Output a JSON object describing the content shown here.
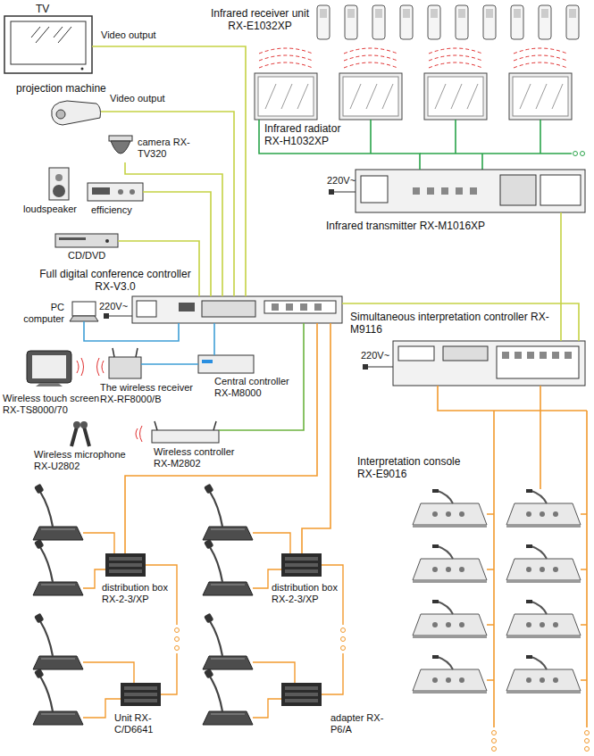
{
  "diagram": {
    "nodes": [
      {
        "text": [
          "TV"
        ]
      },
      {
        "text": [
          "Infrared receiver unit RX-E1032XP"
        ]
      },
      {
        "text": [
          "Infrared radiator RX-H1032XP"
        ]
      },
      {
        "text": [
          "projection machine"
        ]
      },
      {
        "text": [
          "camera RX-TV320"
        ]
      },
      {
        "text": [
          "loudspeaker"
        ]
      },
      {
        "text": [
          "efficiency"
        ]
      },
      {
        "text": [
          "Infrared transmitter RX-M1016XP"
        ]
      },
      {
        "text": [
          "CD/DVD"
        ]
      },
      {
        "text": [
          "Full digital conference controller RX-V3.0"
        ]
      },
      {
        "text": [
          "PC computer"
        ]
      },
      {
        "text": [
          "Simultaneous interpretation controller RX-M9116"
        ]
      },
      {
        "text": [
          "Wireless touch screen RX-TS8000/70"
        ]
      },
      {
        "text": [
          "The wireless receiver RX-RF8000/B"
        ]
      },
      {
        "text": [
          "Central controller RX-M8000"
        ]
      },
      {
        "text": [
          "Wireless microphone RX-U2802"
        ]
      },
      {
        "text": [
          "Wireless controller RX-M2802"
        ]
      },
      {
        "text": [
          "Interpretation console RX-E9016"
        ]
      },
      {
        "text": [
          "distribution box RX-2-3/XP"
        ]
      },
      {
        "text": [
          "distribution box RX-2-3/XP"
        ]
      }
    ],
    "edges": [
      {
        "from": 0,
        "to": 9,
        "label": "Video output",
        "arrow": "none"
      },
      {
        "from": 3,
        "to": 9,
        "label": "Video output",
        "arrow": "none"
      },
      {
        "from": 4,
        "to": 9,
        "arrow": "none"
      },
      {
        "from": 6,
        "to": 9,
        "arrow": "none"
      },
      {
        "from": 8,
        "to": 9,
        "arrow": "none"
      },
      {
        "from": 10,
        "to": 9,
        "arrow": "none"
      },
      {
        "from": 13,
        "to": 14,
        "arrow": "none"
      },
      {
        "from": 14,
        "to": 9,
        "arrow": "none"
      },
      {
        "from": 16,
        "to": 9,
        "arrow": "none"
      },
      {
        "from": 9,
        "to": 18,
        "arrow": "none"
      },
      {
        "from": 9,
        "to": 19,
        "arrow": "none"
      },
      {
        "from": 9,
        "to": 11,
        "arrow": "none"
      },
      {
        "from": 11,
        "to": 7,
        "arrow": "none"
      },
      {
        "from": 2,
        "to": 7,
        "arrow": "none"
      },
      {
        "from": 11,
        "to": 17,
        "arrow": "none"
      }
    ],
    "labels": [
      "220V~",
      "220V~",
      "220V~",
      "Unit RX-C/D6641",
      "adapter RX-P6/A"
    ]
  }
}
